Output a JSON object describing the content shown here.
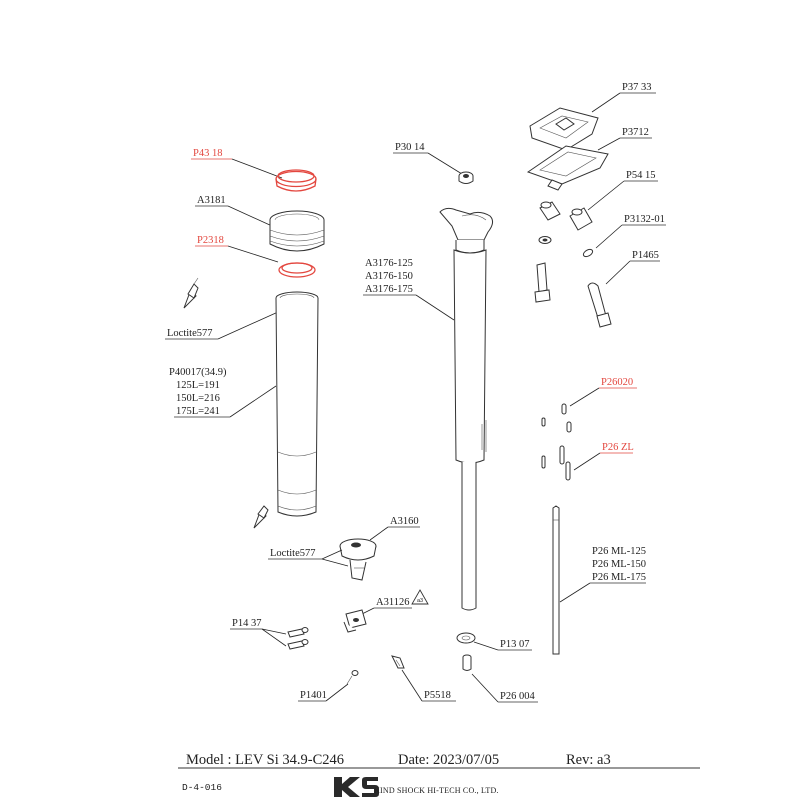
{
  "parts": {
    "p37_33": "P37 33",
    "p3712": "P3712",
    "p43_18": "P43 18",
    "p30_14": "P30 14",
    "p54_15": "P54 15",
    "a3181": "A3181",
    "p3132_01": "P3132-01",
    "p2318": "P2318",
    "a3176": [
      "A3176-125",
      "A3176-150",
      "A3176-175"
    ],
    "p1465": "P1465",
    "loctite_top": "Loctite577",
    "p40017": [
      "P40017(34.9)",
      "125L=191",
      "150L=216",
      "175L=241"
    ],
    "p26020": "P26020",
    "p26_zl": "P26 ZL",
    "a3160": "A3160",
    "loctite_bottom": "Loctite577",
    "p26_ml": [
      "P26 ML-125",
      "P26 ML-150",
      "P26 ML-175"
    ],
    "a31126": "A31126",
    "a31126_badge": "a3",
    "p14_37": "P14 37",
    "p13_07": "P13 07",
    "p1401": "P1401",
    "p5518": "P5518",
    "p26_004": "P26 004"
  },
  "footer": {
    "model": "Model : LEV Si 34.9-C246",
    "date": "Date: 2023/07/05",
    "rev": "Rev: a3",
    "doc_code": "D-4-016",
    "logo": "KS",
    "company": "KIND SHOCK HI-TECH CO., LTD."
  },
  "colors": {
    "highlight": "#e3473f",
    "ink": "#222222"
  }
}
